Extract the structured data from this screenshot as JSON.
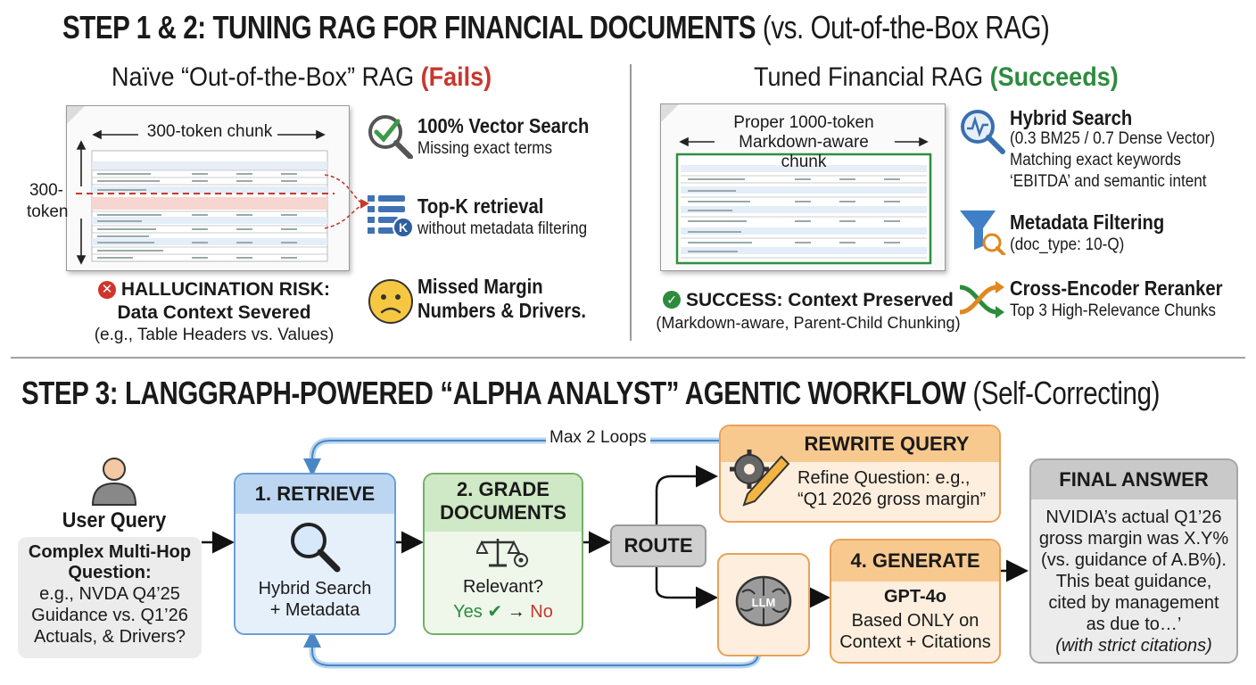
{
  "header": {
    "main_title": "STEP 1 & 2: TUNING RAG FOR FINANCIAL DOCUMENTS",
    "main_suffix": "(vs. Out-of-the-Box RAG)"
  },
  "naive": {
    "title": "Naïve “Out-of-the-Box” RAG",
    "title_tag": "(Fails)",
    "chunk_label": "300-token chunk",
    "side_label_1": "300-",
    "side_label_2": "token",
    "features": [
      {
        "title": "100% Vector Search",
        "sub": "Missing exact terms",
        "icon": "check-magnifier-icon"
      },
      {
        "title": "Top-K retrieval",
        "sub": "without metadata filtering",
        "icon": "list-k-icon"
      },
      {
        "title_1": "Missed Margin",
        "title_2": "Numbers & Drivers.",
        "icon": "sad-face-icon"
      }
    ],
    "risk_title_1": "HALLUCINATION RISK:",
    "risk_title_2": "Data Context Severed",
    "risk_sub": "(e.g., Table Headers vs. Values)"
  },
  "tuned": {
    "title": "Tuned Financial RAG",
    "title_tag": "(Succeeds)",
    "chunk_label_1": "Proper 1000-token",
    "chunk_label_2": "Markdown-aware chunk",
    "features": [
      {
        "title": "Hybrid Search",
        "lines": [
          "(0.3 BM25 / 0.7 Dense Vector)",
          "Matching exact keywords",
          "‘EBITDA’ and semantic intent"
        ],
        "icon": "hybrid-search-icon"
      },
      {
        "title": "Metadata Filtering",
        "lines": [
          "(doc_type: 10-Q)"
        ],
        "icon": "funnel-icon"
      },
      {
        "title": "Cross-Encoder Reranker",
        "lines": [
          "Top 3 High-Relevance Chunks"
        ],
        "icon": "shuffle-icon"
      }
    ],
    "success_title": "SUCCESS: Context Preserved",
    "success_sub": "(Markdown-aware, Parent-Child Chunking)"
  },
  "step3": {
    "title": "STEP 3: LANGGRAPH-POWERED “ALPHA ANALYST” AGENTIC WORKFLOW",
    "suffix": "(Self-Correcting)",
    "loop_label": "Max 2 Loops",
    "user": {
      "label": "User Query",
      "q_title_1": "Complex Multi-Hop",
      "q_title_2": "Question:",
      "q_lines": [
        "e.g., NVDA Q4’25",
        "Guidance vs. Q1’26",
        "Actuals, & Drivers?"
      ]
    },
    "retrieve": {
      "title": "1. RETRIEVE",
      "lines": [
        "Hybrid Search",
        "+ Metadata"
      ]
    },
    "grade": {
      "title_1": "2. GRADE",
      "title_2": "DOCUMENTS",
      "question": "Relevant?",
      "yes": "Yes",
      "arrow": "→",
      "no": "No"
    },
    "route": {
      "label": "ROUTE"
    },
    "rewrite": {
      "title": "REWRITE QUERY",
      "lines": [
        "Refine Question: e.g.,",
        "“Q1 2026 gross margin”"
      ]
    },
    "llm_label": "LLM",
    "generate": {
      "title": "4. GENERATE",
      "model": "GPT-4o",
      "lines": [
        "Based ONLY on",
        "Context + Citations"
      ]
    },
    "final": {
      "title": "FINAL ANSWER",
      "lines": [
        "NVIDIA’s actual Q1’26",
        "gross margin was X.Y%",
        "(vs. guidance of A.B%).",
        "This beat guidance,",
        "cited by management",
        "as due to…’"
      ],
      "note": "(with strict citations)"
    }
  },
  "colors": {
    "blue": "#4a86c5",
    "green": "#5a9e4b",
    "orange": "#e08a2e",
    "gray": "#9e9e9e",
    "red": "#c8372d",
    "success": "#2e8b3e"
  }
}
